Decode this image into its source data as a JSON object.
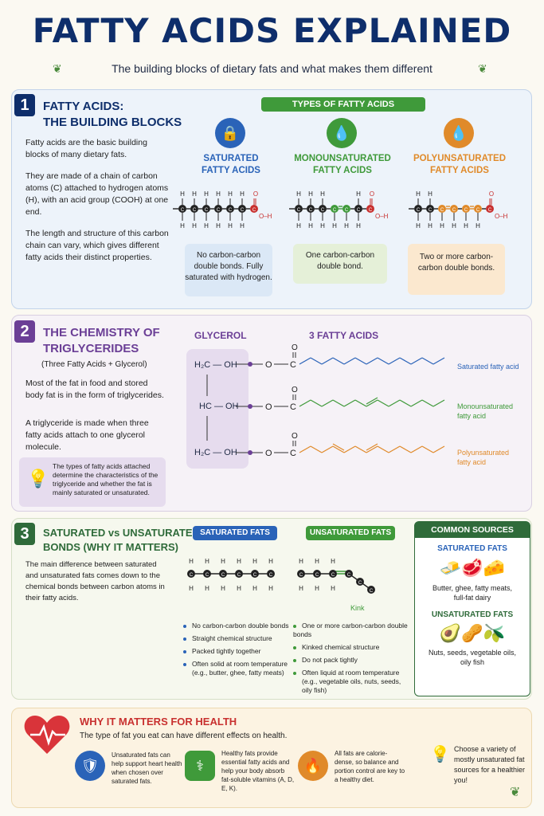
{
  "header": {
    "title": "FATTY ACIDS EXPLAINED",
    "subtitle": "The building blocks of dietary fats and what makes them different"
  },
  "s1": {
    "num": "1",
    "title_l1": "FATTY ACIDS:",
    "title_l2": "THE BUILDING BLOCKS",
    "p1": "Fatty acids are the basic building blocks of many dietary fats.",
    "p2": "They are made of a chain of carbon atoms (C) attached to hydrogen atoms (H), with an acid group (COOH) at one end.",
    "p3": "The length and structure of this carbon chain can vary, which gives different fatty acids their distinct properties.",
    "types_header": "TYPES OF FATTY ACIDS",
    "types": [
      {
        "l1": "SATURATED",
        "l2": "FATTY ACIDS",
        "desc": "No carbon-carbon double bonds. Fully saturated with hydrogen."
      },
      {
        "l1": "MONOUNSATURATED",
        "l2": "FATTY ACIDS",
        "desc": "One carbon-carbon double bond."
      },
      {
        "l1": "POLYUNSATURATED",
        "l2": "FATTY ACIDS",
        "desc": "Two or more carbon-carbon double bonds."
      }
    ],
    "atom_c": "C",
    "atom_h": "H",
    "atom_o": "O",
    "oh": "O–H"
  },
  "s2": {
    "num": "2",
    "title_l1": "THE CHEMISTRY OF",
    "title_l2": "TRIGLYCERIDES",
    "sub": "(Three Fatty Acids + Glycerol)",
    "p1": "Most of the fat in food and stored body fat is in the form of triglycerides.",
    "p2": "A triglyceride is made when three fatty acids attach to one glycerol molecule.",
    "tip": "The types of fatty acids attached determine the characteristics of the triglyceride and whether the fat is mainly saturated or unsaturated.",
    "glycerol": "GLYCEROL",
    "fa3": "3 FATTY ACIDS",
    "g1": "H₂C — OH",
    "g2": "HC — OH",
    "g3": "H₂C — OH",
    "o": "O",
    "c": "C",
    "fa": [
      {
        "l1": "Saturated fatty acid",
        "l2": ""
      },
      {
        "l1": "Monounsaturated",
        "l2": "fatty acid"
      },
      {
        "l1": "Polyunsaturated",
        "l2": "fatty acid"
      }
    ],
    "colors": {
      "sat": "#2a63b8",
      "mono": "#3f9a3a",
      "poly": "#e08a2a"
    }
  },
  "s3": {
    "num": "3",
    "title_l1": "SATURATED vs UNSATURATED",
    "title_l2": "BONDS (WHY IT MATTERS)",
    "p1": "The main difference between saturated and unsaturated fats comes down to the chemical bonds between carbon atoms in their fatty acids.",
    "sat_hdr": "SATURATED FATS",
    "unsat_hdr": "UNSATURATED FATS",
    "kink": "Kink",
    "sat_bul": [
      "No carbon-carbon double bonds",
      "Straight chemical structure",
      "Packed tightly together",
      "Often solid at room temperature",
      "(e.g., butter, ghee, fatty meats)"
    ],
    "unsat_bul": [
      "One or more carbon-carbon double bonds",
      "Kinked chemical structure",
      "Do not pack tightly",
      "Often liquid at room temperature",
      "(e.g., vegetable oils, nuts, seeds, oily fish)"
    ],
    "sources": {
      "title": "COMMON SOURCES",
      "sat": "SATURATED FATS",
      "sat_desc_l1": "Butter, ghee, fatty meats,",
      "sat_desc_l2": "full-fat dairy",
      "unsat": "UNSATURATED FATS",
      "unsat_desc_l1": "Nuts, seeds, vegetable oils,",
      "unsat_desc_l2": "oily fish"
    }
  },
  "s4": {
    "title": "WHY IT MATTERS FOR HEALTH",
    "sub": "The type of fat you eat can have different effects on health.",
    "items": [
      "Unsaturated fats can help support heart health when chosen over saturated fats.",
      "Healthy fats provide essential fatty acids and help your body absorb fat-soluble vitamins (A, D, E, K).",
      "All fats are calorie-dense, so balance and portion control are key to a healthy diet."
    ],
    "tip": "Choose a variety of mostly unsaturated fat sources for a healthier you!"
  }
}
